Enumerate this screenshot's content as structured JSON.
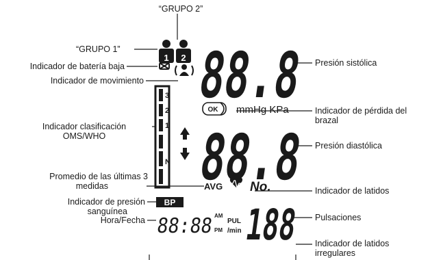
{
  "labels": {
    "grupo2": "“GRUPO 2”",
    "grupo1": "“GRUPO 1”",
    "bateria": "Indicador de batería baja",
    "movimiento": "Indicador de movimiento",
    "clasificacion_1": "Indicador clasificación",
    "clasificacion_2": "OMS/WHO",
    "promedio_1": "Promedio de las últimas 3",
    "promedio_2": "medidas",
    "presion_1": "Indicador de presión",
    "presion_2": "sanguínea",
    "hora_fecha": "Hora/Fecha",
    "sistolica": "Presión sistólica",
    "brazal_1": "Indicador de pérdida del",
    "brazal_2": "brazal",
    "diastolica": "Presión diastólica",
    "latidos": "Indicador de latidos",
    "pulsaciones": "Pulsaciones",
    "irregulares_1": "Indicador de latidos",
    "irregulares_2": "irregulares"
  },
  "display": {
    "systolic_digits": "88.8",
    "diastolic_digits": "88.8",
    "pulse_digits": "188",
    "time_digits": "88:88",
    "group1_num": "1",
    "group2_num": "2",
    "who_levels": [
      "3",
      "2",
      "1",
      "",
      "N",
      ""
    ],
    "cuff_ok": "OK",
    "units": "mmHg KPa",
    "avg": "AVG",
    "no": "No.",
    "bp": "BP",
    "am": "AM",
    "pm": "PM",
    "pul": "PUL",
    "per_min": "/min"
  }
}
